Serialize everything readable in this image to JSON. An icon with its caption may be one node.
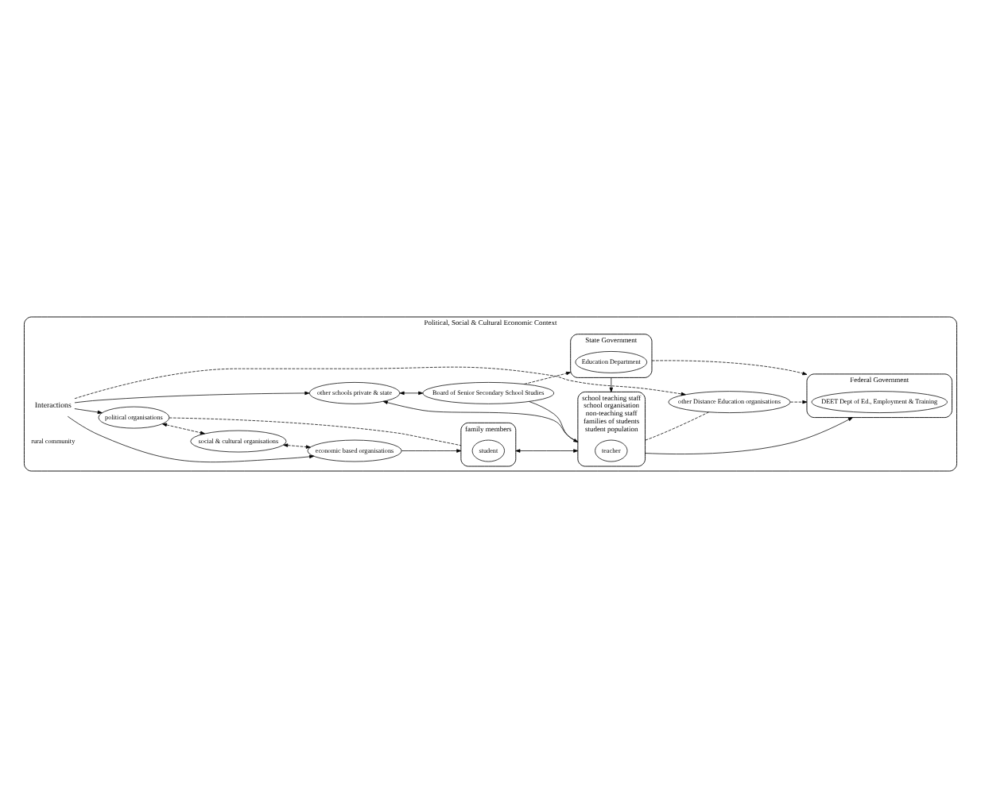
{
  "diagram": {
    "nodes": [
      {
        "text": [
          "Political, Social & Cultural Economic Context"
        ]
      },
      {
        "text": [
          "political organisations"
        ],
        "in": 0
      },
      {
        "text": [
          "other schools private & state"
        ],
        "in": 0
      },
      {
        "text": [
          "Board of Senior Secondary School Studies"
        ],
        "in": 0
      },
      {
        "text": [
          "family members"
        ],
        "in": 0
      },
      {
        "text": [
          "student"
        ],
        "in": 4
      },
      {
        "text": [
          "social & cultural organisations"
        ],
        "in": 0
      },
      {
        "text": [
          "Interactions"
        ],
        "in": 0
      },
      {
        "text": [
          "school teaching staff",
          "school organisation",
          "non-teaching staff",
          "families of students",
          "student population"
        ],
        "in": 0
      },
      {
        "text": [
          "teacher"
        ],
        "in": 8
      },
      {
        "text": [
          "State Government"
        ],
        "in": 0
      },
      {
        "text": [
          "Education Department"
        ],
        "in": 10
      },
      {
        "text": [
          "economic based organisations"
        ],
        "in": 0
      },
      {
        "text": [
          "Federal Government"
        ],
        "in": 0
      },
      {
        "text": [
          "DEET Dept of Ed., Employment & Training"
        ],
        "in": 13
      },
      {
        "text": [
          "other Distance Education organisations"
        ],
        "in": 0
      }
    ],
    "edges": [
      {
        "from": 1,
        "to": 6,
        "arrow": "both",
        "style": "dashed"
      },
      {
        "from": 1,
        "to": 4,
        "arrow": "none",
        "style": "dashed"
      },
      {
        "from": 6,
        "to": 12,
        "arrow": "both",
        "style": "dashed"
      },
      {
        "from": 12,
        "to": 4,
        "arrow": "to"
      },
      {
        "from": 4,
        "to": 8,
        "arrow": "both"
      },
      {
        "from": 7,
        "to": 1,
        "arrow": "to"
      },
      {
        "from": 7,
        "to": 2,
        "arrow": "to"
      },
      {
        "from": 7,
        "to": 12,
        "arrow": "to"
      },
      {
        "from": 7,
        "to": 15,
        "arrow": "to",
        "style": "dashed"
      },
      {
        "from": 2,
        "to": 3,
        "arrow": "both"
      },
      {
        "from": 8,
        "to": 2,
        "arrow": "to"
      },
      {
        "from": 3,
        "to": 8,
        "arrow": "to"
      },
      {
        "from": 3,
        "to": 10,
        "arrow": "to",
        "style": "dashed"
      },
      {
        "from": 10,
        "to": 8,
        "arrow": "to"
      },
      {
        "from": 10,
        "to": 13,
        "arrow": "to",
        "style": "dashed"
      },
      {
        "from": 8,
        "to": 13,
        "arrow": "to"
      },
      {
        "from": 8,
        "to": 15,
        "arrow": "none",
        "style": "dashed"
      },
      {
        "from": 15,
        "to": 13,
        "arrow": "to",
        "style": "dashed"
      }
    ],
    "labels": [
      "rural community"
    ]
  }
}
